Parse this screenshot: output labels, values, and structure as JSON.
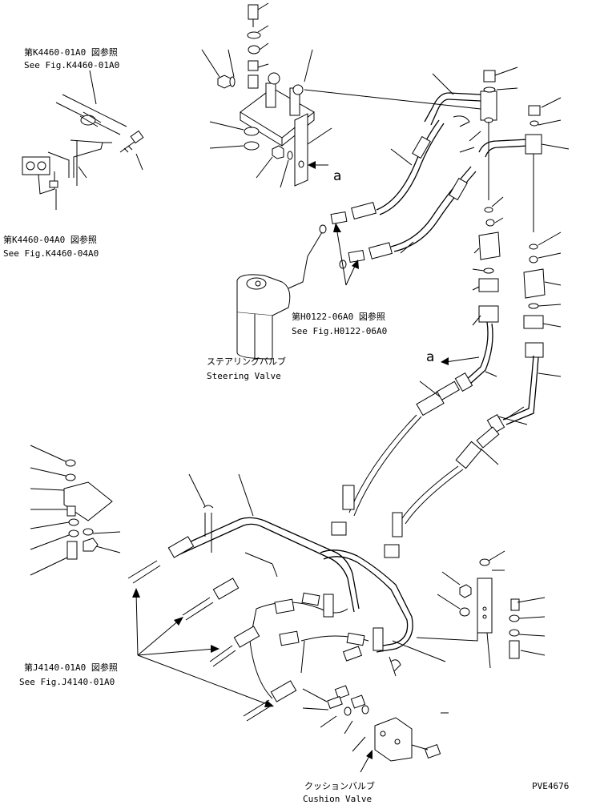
{
  "references": {
    "k4460_01a0": {
      "jp": "第K4460-01A0 図参照",
      "en": "See Fig.K4460-01A0"
    },
    "k4460_04a0": {
      "jp": "第K4460-04A0 図参照",
      "en": "See Fig.K4460-04A0"
    },
    "h0122_06a0": {
      "jp": "第H0122-06A0 図参照",
      "en": "See Fig.H0122-06A0"
    },
    "j4140_01a0": {
      "jp": "第J4140-01A0 図参照",
      "en": "See Fig.J4140-01A0"
    }
  },
  "components": {
    "steering_valve": {
      "jp": "ステアリングバルブ",
      "en": "Steering Valve"
    },
    "cushion_valve": {
      "jp": "クッションバルブ",
      "en": "Cushion Valve"
    }
  },
  "markers": {
    "a1": "a",
    "a2": "a"
  },
  "figure_code": "PVE4676"
}
